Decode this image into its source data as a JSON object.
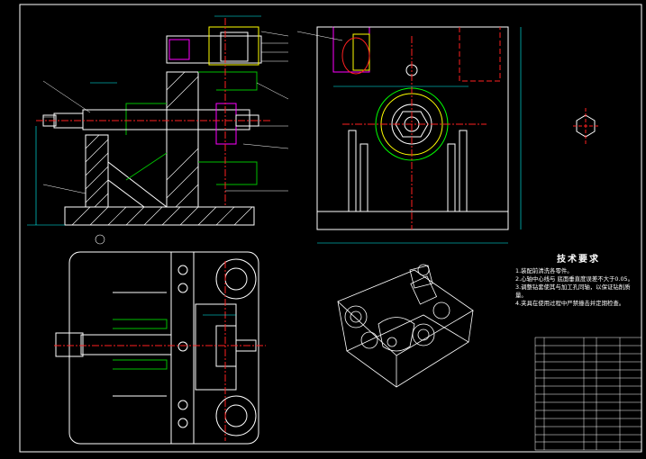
{
  "drawing": {
    "colors": {
      "background": "#000000",
      "outline": "#ffffff",
      "centerline": "#ff2020",
      "dimension": "#00ffff",
      "hatch": "#00ff00",
      "part_yellow": "#ffff00",
      "part_magenta": "#ff00ff",
      "part_green": "#00c000"
    },
    "tech_requirements": {
      "title": "技术要求",
      "notes": [
        "1.装配前清洗各零件。",
        "2.心轴中心线与  底面垂直度误差不大于0.05。",
        "3.调整钻套使其与加工孔同轴，以保证钻削质量。",
        "4.夹具在使用过程中严禁撞击并定期检查。"
      ]
    }
  }
}
